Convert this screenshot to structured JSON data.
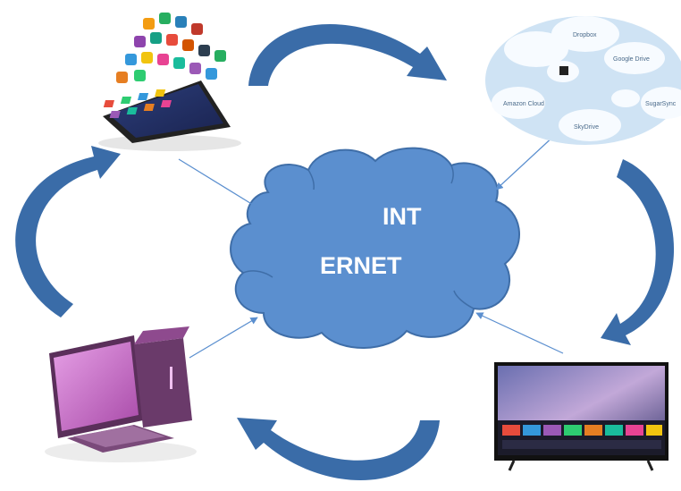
{
  "center": {
    "line1": "INT",
    "line2": "ERNET"
  },
  "nodes": [
    {
      "id": "smartphone",
      "icon": "smartphone-with-apps-icon"
    },
    {
      "id": "cloud-services",
      "icon": "cloud-services-icon",
      "labels": [
        "Dropbox",
        "Google Drive",
        "SugarSync",
        "Amazon Cloud",
        "SkyDrive"
      ]
    },
    {
      "id": "smart-tv",
      "icon": "smart-tv-icon"
    },
    {
      "id": "desktop-computer",
      "icon": "desktop-computer-icon"
    }
  ],
  "colors": {
    "cloud_fill": "#5b8fcf",
    "cloud_stroke": "#3f6ea8",
    "arrow": "#3a6ca8",
    "connector": "#5b8fcf"
  }
}
